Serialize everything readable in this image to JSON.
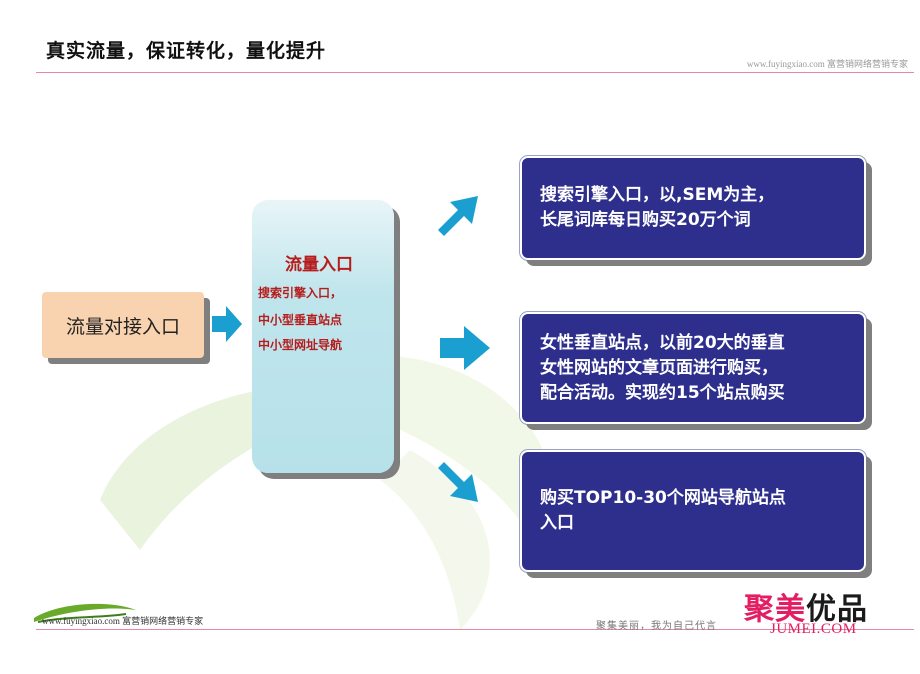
{
  "header": {
    "title": "真实流量，保证转化，量化提升",
    "site": "www.fuyingxiao.com 富营销网络营销专家"
  },
  "flow": {
    "left_label": "流量对接入口",
    "center": {
      "title": "流量入口",
      "lines": [
        "搜索引擎入口，",
        "中小型垂直站点",
        "中小型网址导航"
      ]
    },
    "right": [
      [
        "搜索引擎入口，以,SEM为主，",
        "长尾词库每日购买20万个词"
      ],
      [
        "女性垂直站点，以前20大的垂直",
        "女性网站的文章页面进行购买，",
        "配合活动。实现约15个站点购买"
      ],
      [
        "购买TOP10-30个网站导航站点",
        "入口"
      ]
    ]
  },
  "footer": {
    "site": "www.fuyingxiao.com 富营销网络营销专家",
    "slogan": "聚集美丽，我为自己代言",
    "brand_cn_a": "聚美",
    "brand_cn_b": "优品",
    "brand_en": "JUMEI.COM"
  },
  "colors": {
    "accent_red": "#b71c1c",
    "box_blue": "#2e2f8c",
    "arrow": "#1b9fd0",
    "brand": "#e31e63"
  }
}
